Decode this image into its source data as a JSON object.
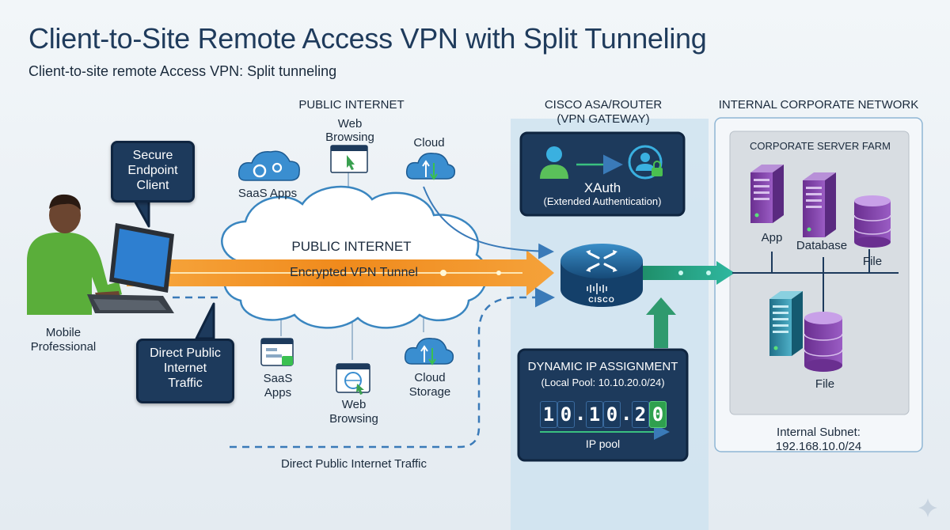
{
  "title": "Client-to-Site Remote Access VPN with Split Tunneling",
  "subtitle": "Client-to-site remote Access VPN: Split tunneling",
  "zones": {
    "public_internet_top": "PUBLIC INTERNET",
    "gateway": "CISCO ASA/ROUTER\n(VPN GATEWAY)",
    "corporate": "INTERNAL CORPORATE NETWORK",
    "server_farm": "CORPORATE SERVER FARM"
  },
  "client": {
    "callout": "Secure\nEndpoint\nClient",
    "label": "Mobile\nProfessional"
  },
  "cloud": {
    "label": "PUBLIC INTERNET",
    "tunnel": "Encrypted VPN Tunnel"
  },
  "top_services": {
    "saas": "SaaS Apps",
    "web": "Web\nBrowsing",
    "cloud": "Cloud"
  },
  "bottom_services": {
    "saas": "SaaS\nApps",
    "web": "Web\nBrowsing",
    "cloud": "Cloud\nStorage"
  },
  "direct_callout": "Direct Public\nInternet\nTraffic",
  "direct_label": "Direct Public Internet Traffic",
  "xauth": {
    "title": "XAuth",
    "subtitle": "(Extended Authentication)"
  },
  "router_brand": "CISCO",
  "dhcp": {
    "title": "DYNAMIC IP ASSIGNMENT",
    "pool": "(Local Pool: 10.10.20.0/24)",
    "digits": [
      "1",
      "0",
      ".",
      "1",
      "0",
      ".",
      "2",
      "0"
    ],
    "pool_label": "IP pool"
  },
  "servers": {
    "app": "App",
    "database": "Database",
    "file_top": "File",
    "file_bottom": "File"
  },
  "subnet": "Internal Subnet:\n192.168.10.0/24",
  "colors": {
    "navy": "#1d3a5c",
    "tunnel_orange": "#f08a1c",
    "gateway_zone": "#cfe3f0",
    "server_purple": "#7a3fa0",
    "server_teal": "#2f8aa0",
    "person_green": "#5aae3a"
  }
}
